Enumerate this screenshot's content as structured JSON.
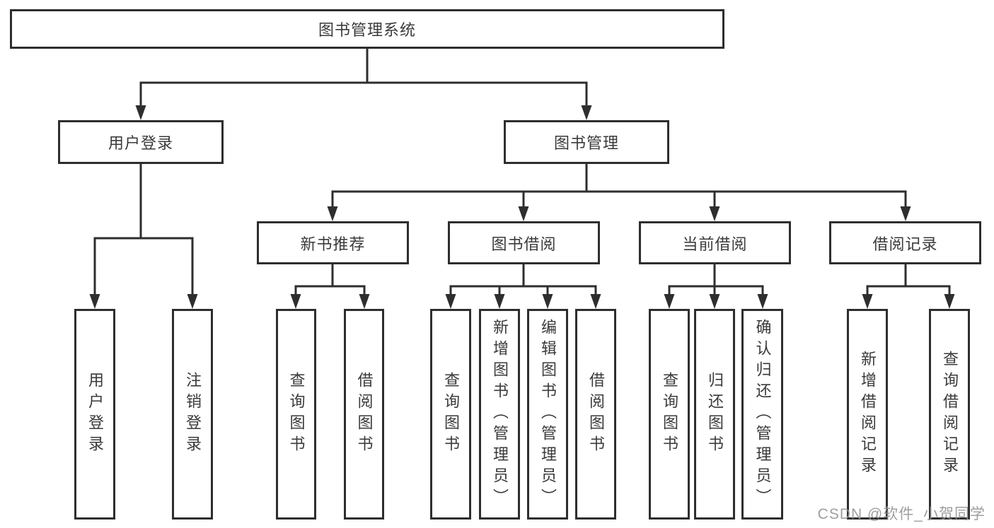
{
  "title": "图书管理系统",
  "watermark": "CSDN @软件_小贺同学",
  "colors": {
    "line": "#2e2e2e",
    "text": "#3a3a3a",
    "background": "#ffffff",
    "watermark": "#949494"
  },
  "nodes": {
    "root": {
      "label": "图书管理系统"
    },
    "level1": [
      {
        "label": "用户登录"
      },
      {
        "label": "图书管理"
      }
    ],
    "level2": [
      {
        "label": "新书推荐",
        "parent": "图书管理"
      },
      {
        "label": "图书借阅",
        "parent": "图书管理"
      },
      {
        "label": "当前借阅",
        "parent": "图书管理"
      },
      {
        "label": "借阅记录",
        "parent": "图书管理"
      }
    ],
    "leaves": [
      {
        "label": "用户登录",
        "parent": "用户登录"
      },
      {
        "label": "注销登录",
        "parent": "用户登录"
      },
      {
        "label": "查询图书",
        "parent": "新书推荐"
      },
      {
        "label": "借阅图书",
        "parent": "新书推荐"
      },
      {
        "label": "查询图书",
        "parent": "图书借阅"
      },
      {
        "label": "新增图书（管理员）",
        "parent": "图书借阅"
      },
      {
        "label": "编辑图书（管理员）",
        "parent": "图书借阅"
      },
      {
        "label": "借阅图书",
        "parent": "图书借阅"
      },
      {
        "label": "查询图书",
        "parent": "当前借阅"
      },
      {
        "label": "归还图书",
        "parent": "当前借阅"
      },
      {
        "label": "确认归还（管理员）",
        "parent": "当前借阅"
      },
      {
        "label": "新增借阅记录",
        "parent": "借阅记录"
      },
      {
        "label": "查询借阅记录",
        "parent": "借阅记录"
      }
    ]
  }
}
